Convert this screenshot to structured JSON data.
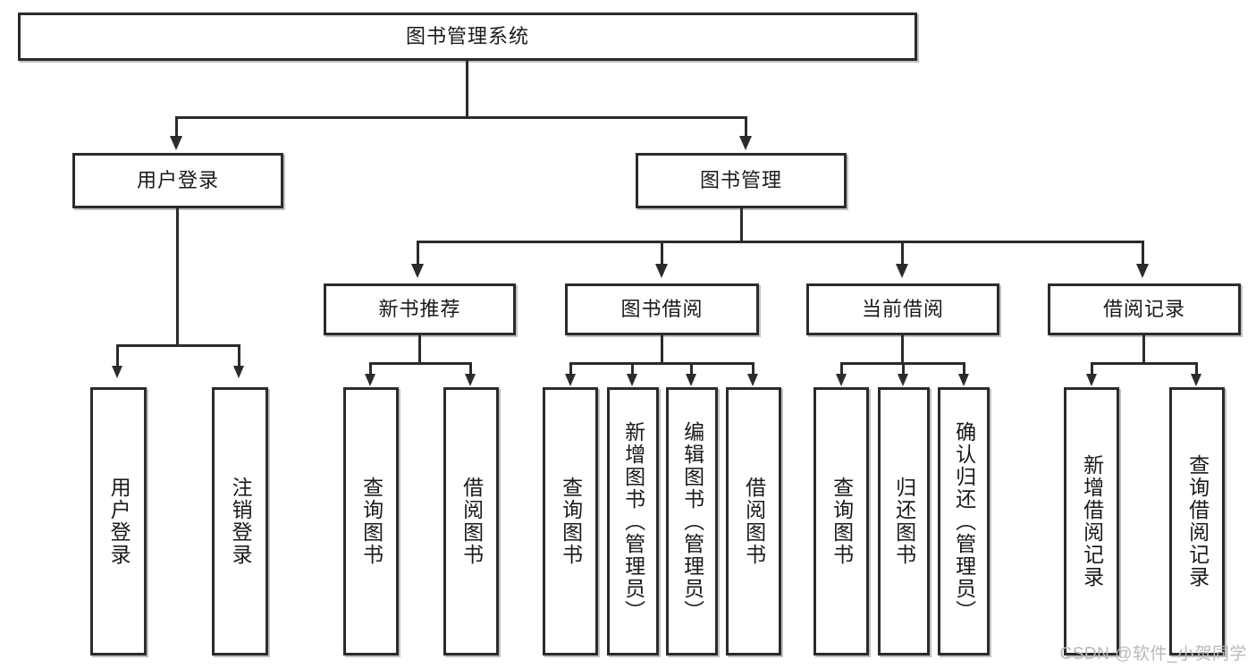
{
  "diagram": {
    "title": "图书管理系统",
    "watermark": "CSDN @软件_小贺同学",
    "type": "tree-hierarchy-diagram",
    "colors": {
      "box_border": "#2b2b2b",
      "box_fill": "#ffffff",
      "connector": "#2b2b2b",
      "text": "#1a1a1a",
      "watermark": "#b9b9b9",
      "background": "#ffffff"
    },
    "root": {
      "label": "图书管理系统"
    },
    "level2": [
      {
        "label": "用户登录"
      },
      {
        "label": "图书管理"
      }
    ],
    "level3": [
      {
        "label": "新书推荐"
      },
      {
        "label": "图书借阅"
      },
      {
        "label": "当前借阅"
      },
      {
        "label": "借阅记录"
      }
    ],
    "leaves": {
      "user_login": [
        {
          "label": "用户登录"
        },
        {
          "label": "注销登录"
        }
      ],
      "new_book_recommend": [
        {
          "label": "查询图书"
        },
        {
          "label": "借阅图书"
        }
      ],
      "book_borrow": [
        {
          "label": "查询图书"
        },
        {
          "label": "新增图书（管理员）"
        },
        {
          "label": "编辑图书（管理员）"
        },
        {
          "label": "借阅图书"
        }
      ],
      "current_borrow": [
        {
          "label": "查询图书"
        },
        {
          "label": "归还图书"
        },
        {
          "label": "确认归还（管理员）"
        }
      ],
      "borrow_record": [
        {
          "label": "新增借阅记录"
        },
        {
          "label": "查询借阅记录"
        }
      ]
    }
  }
}
